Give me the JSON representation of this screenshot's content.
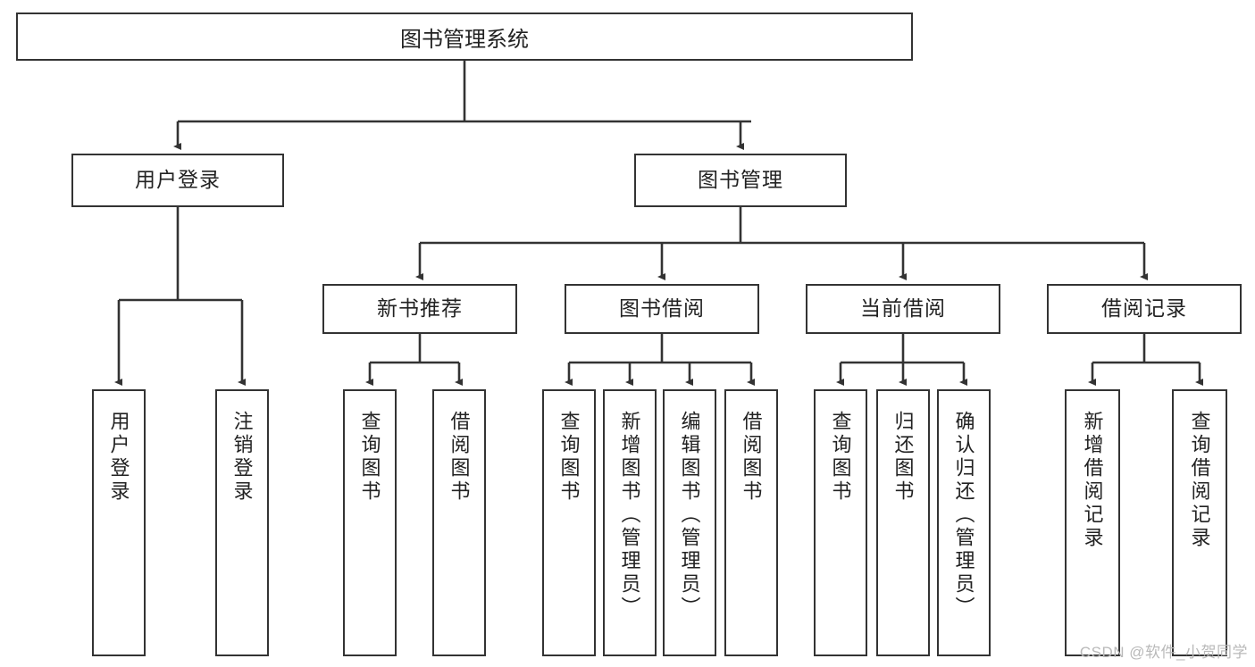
{
  "diagram": {
    "title": "图书管理系统",
    "type": "hierarchy-tree",
    "watermark": "CSDN @软件_小贺同学",
    "colors": {
      "stroke": "#333333",
      "fill": "#ffffff",
      "text": "#222222",
      "watermark": "#b9b9b9"
    },
    "levels": {
      "root": {
        "label": "图书管理系统"
      },
      "level2": [
        {
          "label": "用户登录"
        },
        {
          "label": "图书管理"
        }
      ],
      "level3": [
        {
          "label": "新书推荐"
        },
        {
          "label": "图书借阅"
        },
        {
          "label": "当前借阅"
        },
        {
          "label": "借阅记录"
        }
      ]
    },
    "leaves": {
      "user_login": [
        {
          "label": "用户登录"
        },
        {
          "label": "注销登录"
        }
      ],
      "new_book_recommend": [
        {
          "label": "查询图书"
        },
        {
          "label": "借阅图书"
        }
      ],
      "book_borrow": [
        {
          "label": "查询图书"
        },
        {
          "label": "新增图书（管理员）"
        },
        {
          "label": "编辑图书（管理员）"
        },
        {
          "label": "借阅图书"
        }
      ],
      "current_borrow": [
        {
          "label": "查询图书"
        },
        {
          "label": "归还图书"
        },
        {
          "label": "确认归还（管理员）"
        }
      ],
      "borrow_records": [
        {
          "label": "新增借阅记录"
        },
        {
          "label": "查询借阅记录"
        }
      ]
    }
  }
}
